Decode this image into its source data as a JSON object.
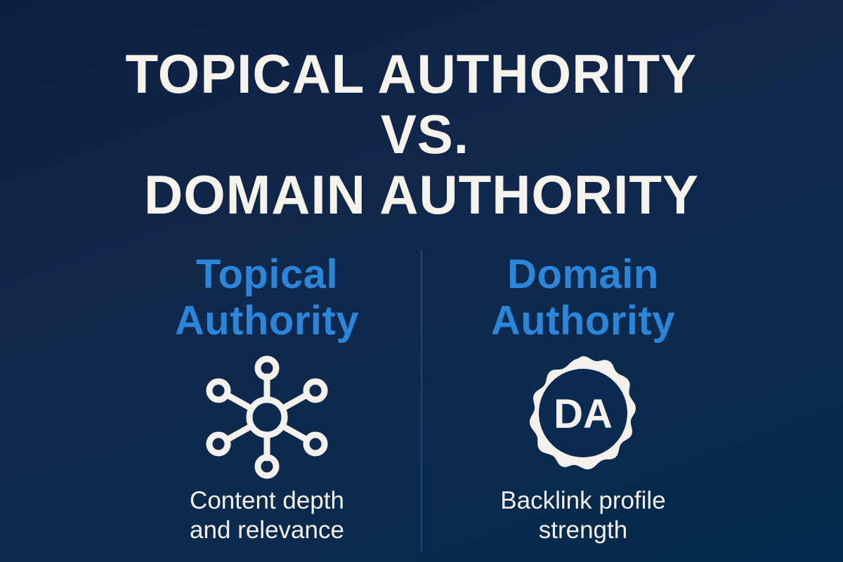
{
  "title": {
    "line1": "TOPICAL AUTHORITY",
    "line2": "VS.",
    "line3": "DOMAIN AUTHORITY"
  },
  "left": {
    "heading_line1": "Topical",
    "heading_line2": "Authority",
    "icon": "network-hub-icon",
    "desc_line1": "Content depth",
    "desc_line2": "and relevance"
  },
  "right": {
    "heading_line1": "Domain",
    "heading_line2": "Authority",
    "icon": "da-badge-icon",
    "badge_text": "DA",
    "desc_line1": "Backlink profile",
    "desc_line2": "strength"
  },
  "colors": {
    "background": "#0b2346",
    "title": "#f6f2ec",
    "accent_blue": "#2b86d9",
    "icon": "#f4f1ec",
    "divider": "#2b4f7d"
  }
}
